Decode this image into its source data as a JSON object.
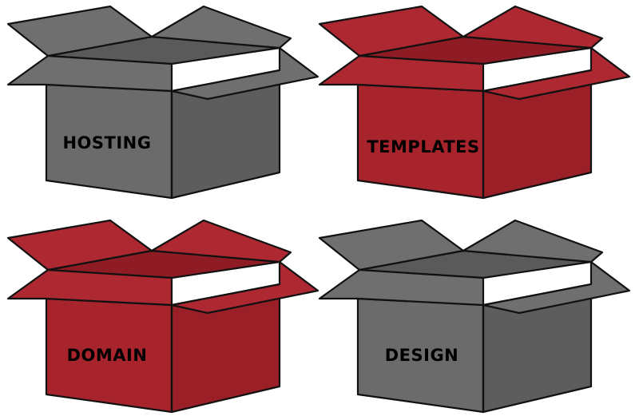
{
  "colors": {
    "gray": {
      "front": "#6b6b6b",
      "side": "#5d5d5d",
      "flap": "#6f6f6f",
      "inner": "#5a5a5a"
    },
    "red": {
      "front": "#a8242c",
      "side": "#9a1f27",
      "flap": "#ad2830",
      "inner": "#8f1c24"
    }
  },
  "boxes": [
    {
      "label": "HOSTING",
      "color": "gray"
    },
    {
      "label": "TEMPLATES",
      "color": "red"
    },
    {
      "label": "DOMAIN",
      "color": "red"
    },
    {
      "label": "DESIGN",
      "color": "gray"
    }
  ]
}
